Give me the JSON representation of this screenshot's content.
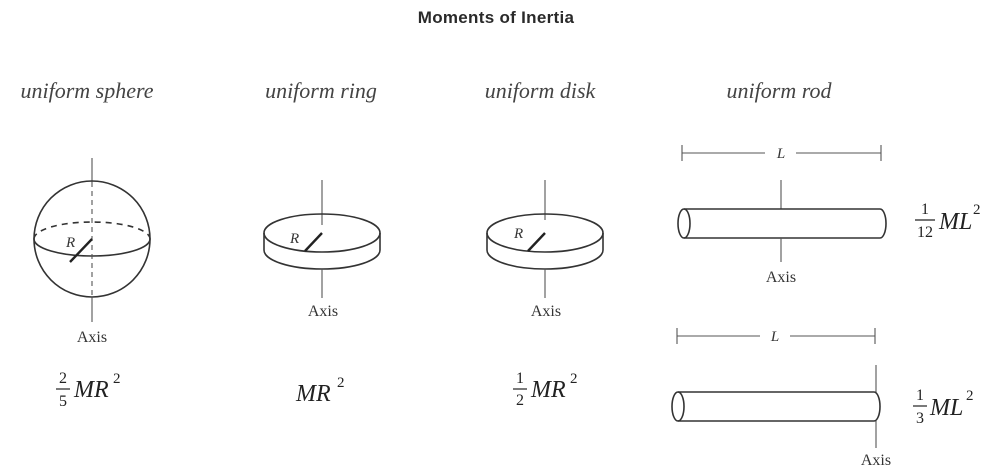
{
  "title": "Moments of Inertia",
  "objects": {
    "sphere": {
      "heading": "uniform sphere",
      "radius_label": "R",
      "axis_label": "Axis",
      "formula": {
        "num": "2",
        "den": "5",
        "body": "MR",
        "exp": "2"
      }
    },
    "ring": {
      "heading": "uniform ring",
      "radius_label": "R",
      "axis_label": "Axis",
      "formula": {
        "body": "MR",
        "exp": "2"
      }
    },
    "disk": {
      "heading": "uniform disk",
      "radius_label": "R",
      "axis_label": "Axis",
      "formula": {
        "num": "1",
        "den": "2",
        "body": "MR",
        "exp": "2"
      }
    },
    "rod": {
      "heading": "uniform rod",
      "center": {
        "length_label": "L",
        "axis_label": "Axis",
        "formula": {
          "num": "1",
          "den": "12",
          "body": "ML",
          "exp": "2"
        }
      },
      "end": {
        "length_label": "L",
        "axis_label": "Axis",
        "formula": {
          "num": "1",
          "den": "3",
          "body": "ML",
          "exp": "2"
        }
      }
    }
  }
}
